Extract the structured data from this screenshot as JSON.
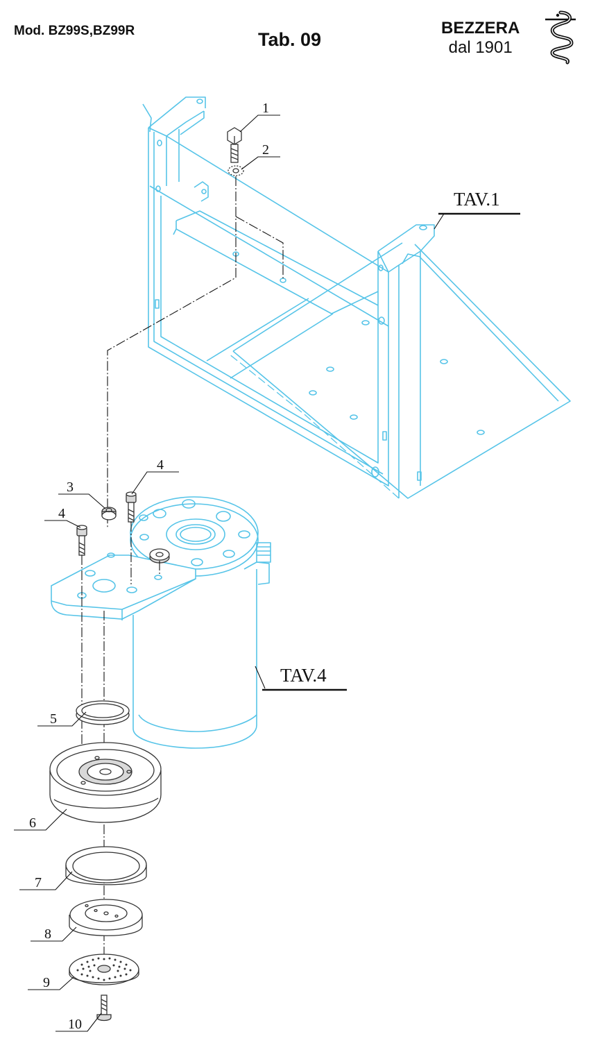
{
  "header": {
    "model": "Mod.  BZ99S,BZ99R",
    "table": "Tab. 09",
    "brand": "BEZZERA",
    "since": "dal 1901"
  },
  "refs": {
    "tav1": "TAV.1",
    "tav4": "TAV.4"
  },
  "callouts": [
    "1",
    "2",
    "3",
    "4",
    "4",
    "5",
    "6",
    "7",
    "8",
    "9",
    "10"
  ],
  "colors": {
    "frame": "#56c4e8",
    "parts": "#333333"
  },
  "icons": {
    "logo": "bezzera-serpent-logo"
  }
}
